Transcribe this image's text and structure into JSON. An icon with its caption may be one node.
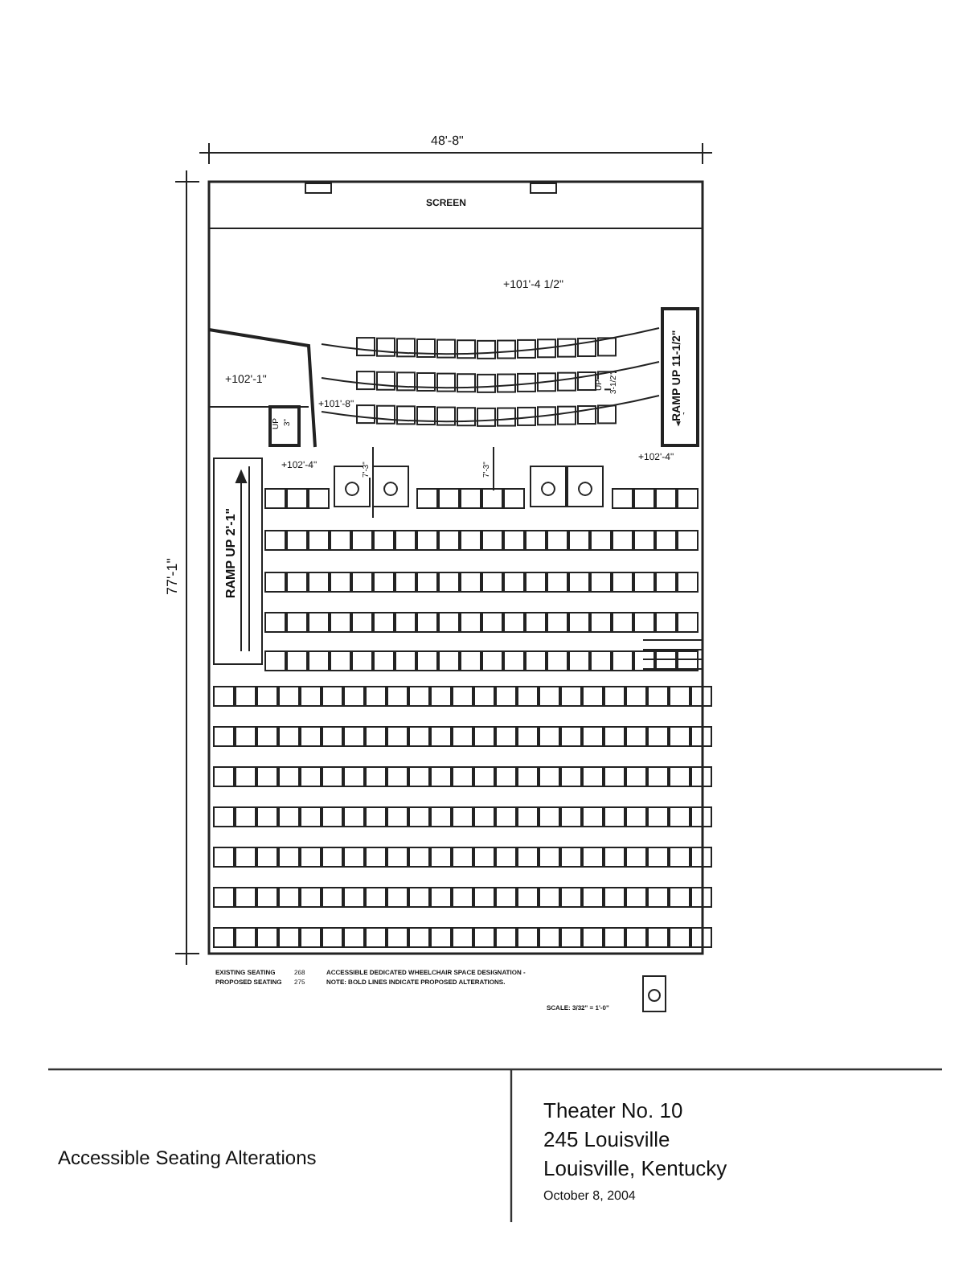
{
  "diagram": {
    "title": "Accessible Seating Alterations",
    "labels": [
      "48'-8\"",
      "SCREEN",
      "+101'-4 1/2\"",
      "+102'-1\"",
      "+101'-8\"",
      "UP",
      "3-1/2\"",
      "RAMP UP 11-1/2\"",
      "UP",
      "3\"",
      "+102'-4\"",
      "7'-3\"",
      "7'-3\"",
      "+102'-4\"",
      "RAMP UP 2'-1\"",
      "77'-1\"",
      "EXISTING SEATING",
      "268",
      "PROPOSED SEATING",
      "275",
      "ACCESSIBLE DEDICATED WHEELCHAIR SPACE DESIGNATION -",
      "NOTE: BOLD LINES INDICATE PROPOSED ALTERATIONS.",
      "SCALE: 3/32\" = 1'-0\"",
      "Theater No. 10",
      "245 Louisville",
      "Louisville, Kentucky",
      "October 8, 2004"
    ]
  }
}
